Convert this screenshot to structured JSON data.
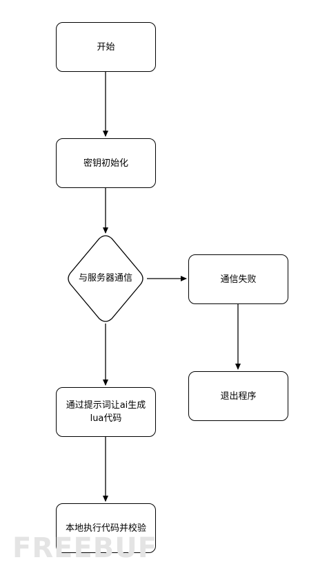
{
  "diagram": {
    "nodes": {
      "start": "开始",
      "key_init": "密钥初始化",
      "server_comm": "与服务器通信",
      "comm_fail": "通信失败",
      "exit": "退出程序",
      "gen_lua": "通过提示词让ai生成lua代码",
      "run_verify": "本地执行代码并校验"
    }
  },
  "watermark": {
    "text": "FREEBUF"
  }
}
